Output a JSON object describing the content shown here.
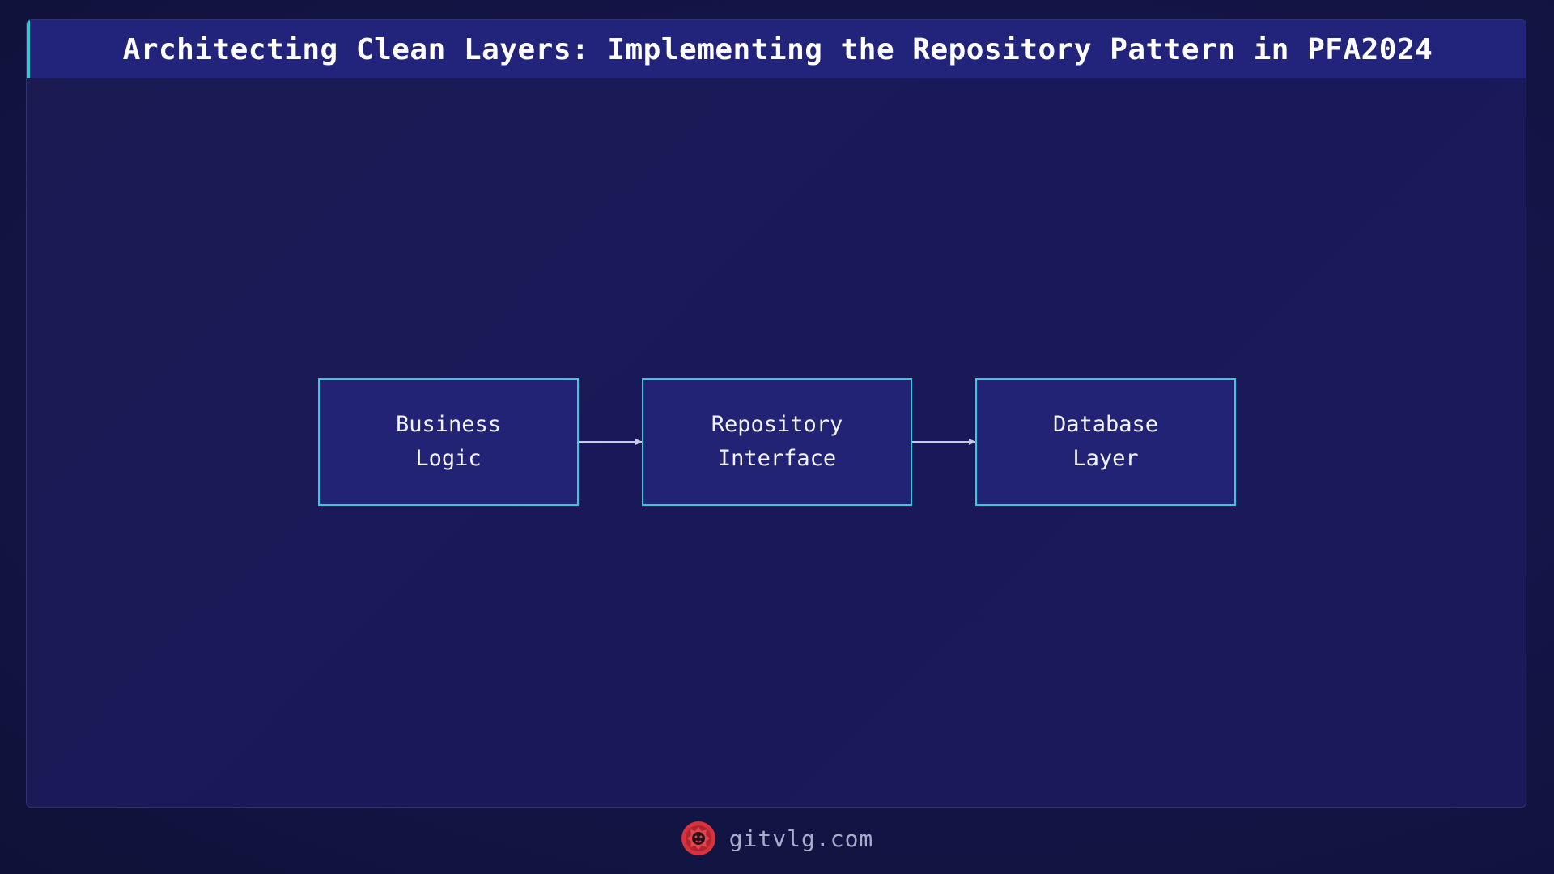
{
  "header": {
    "title": "Architecting Clean Layers: Implementing the Repository Pattern in PFA2024"
  },
  "diagram": {
    "nodes": [
      {
        "id": "business",
        "label": "Business\nLogic"
      },
      {
        "id": "repo",
        "label": "Repository\nInterface"
      },
      {
        "id": "db",
        "label": "Database\nLayer"
      }
    ],
    "edges": [
      {
        "from": "business",
        "to": "repo"
      },
      {
        "from": "repo",
        "to": "db"
      }
    ]
  },
  "footer": {
    "site": "gitvlg.com",
    "logo_icon": "lion-head-icon"
  },
  "colors": {
    "background": "#14164a",
    "card": "#1b1b55",
    "title_bar": "#22237a",
    "accent": "#3cc8c8",
    "node_fill": "#232375",
    "node_border": "#3cc8d8",
    "logo": "#d8323c"
  }
}
